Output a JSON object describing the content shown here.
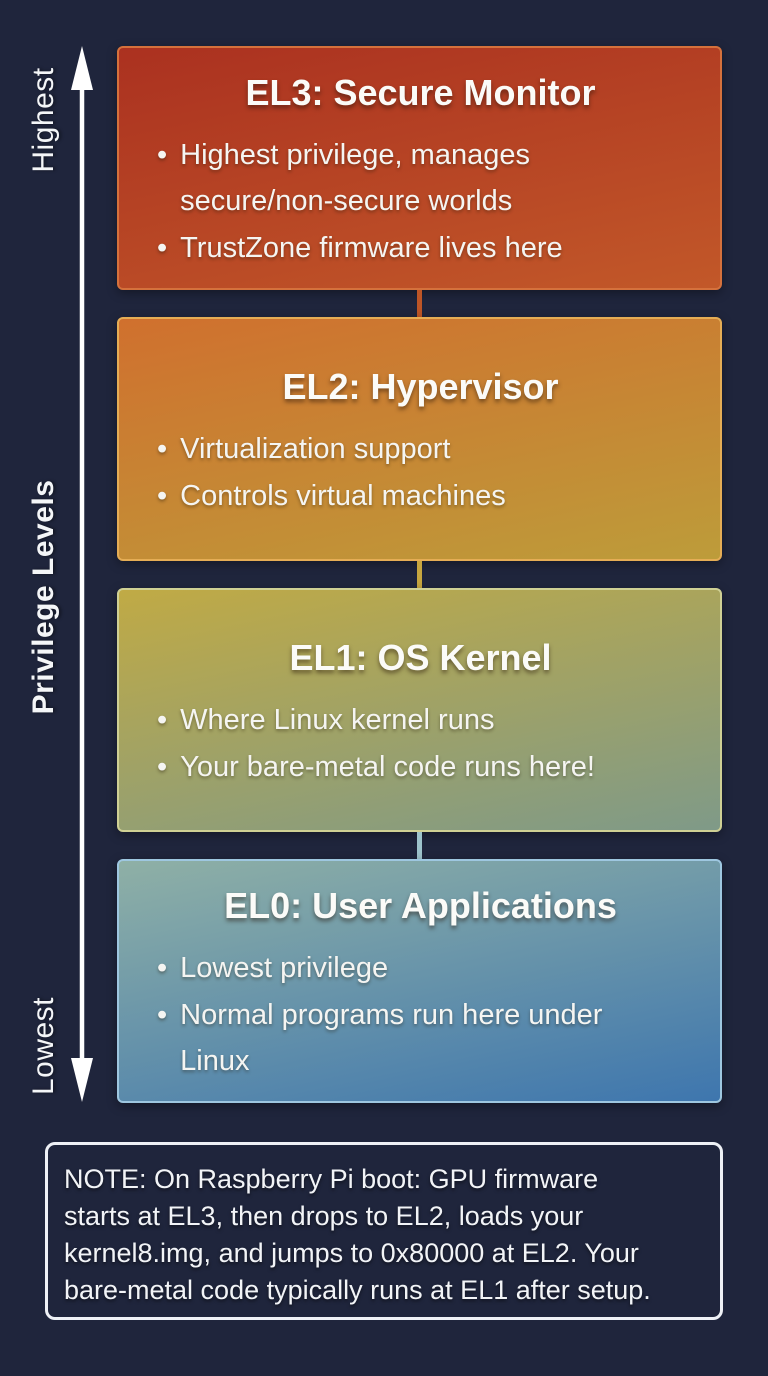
{
  "page": {
    "background": "#1f253c"
  },
  "axis": {
    "label_top": "Highest",
    "label_middle": "Privilege Levels",
    "label_bottom": "Lowest",
    "arrow_color": "#ffffff"
  },
  "bullet_char": "•",
  "levels": [
    {
      "title": "EL3: Secure Monitor",
      "bullets": [
        "Highest privilege, manages secure/non-secure worlds",
        "TrustZone firmware lives here"
      ],
      "colors": {
        "from": "#ab3120",
        "to": "#c25829",
        "border": "#d5713c",
        "connector_below": "#bd5526"
      }
    },
    {
      "title": "EL2: Hypervisor",
      "bullets": [
        "Virtualization support",
        "Controls virtual machines"
      ],
      "colors": {
        "from": "#d0702e",
        "to": "#bd9c3a",
        "border": "#e5ad55",
        "connector_below": "#c7a63f"
      }
    },
    {
      "title": "EL1: OS Kernel",
      "bullets": [
        "Where Linux kernel runs",
        "Your bare-metal code runs here!"
      ],
      "colors": {
        "from": "#c0aa45",
        "to": "#7f9a88",
        "border": "#cfd094",
        "connector_below": "#9dc3cb"
      }
    },
    {
      "title": "EL0: User Applications",
      "bullets": [
        "Lowest privilege",
        "Normal programs run here under Linux"
      ],
      "colors": {
        "from": "#8fb0a6",
        "to": "#3e76ae",
        "border": "#9ec7e0",
        "connector_below": null
      }
    }
  ],
  "note": {
    "lines": [
      "NOTE: On Raspberry Pi boot: GPU firmware",
      "starts at EL3, then drops to EL2, loads your",
      "kernel8.img, and jumps to 0x80000 at EL2. Your",
      "bare-metal code typically runs at EL1 after setup."
    ]
  }
}
